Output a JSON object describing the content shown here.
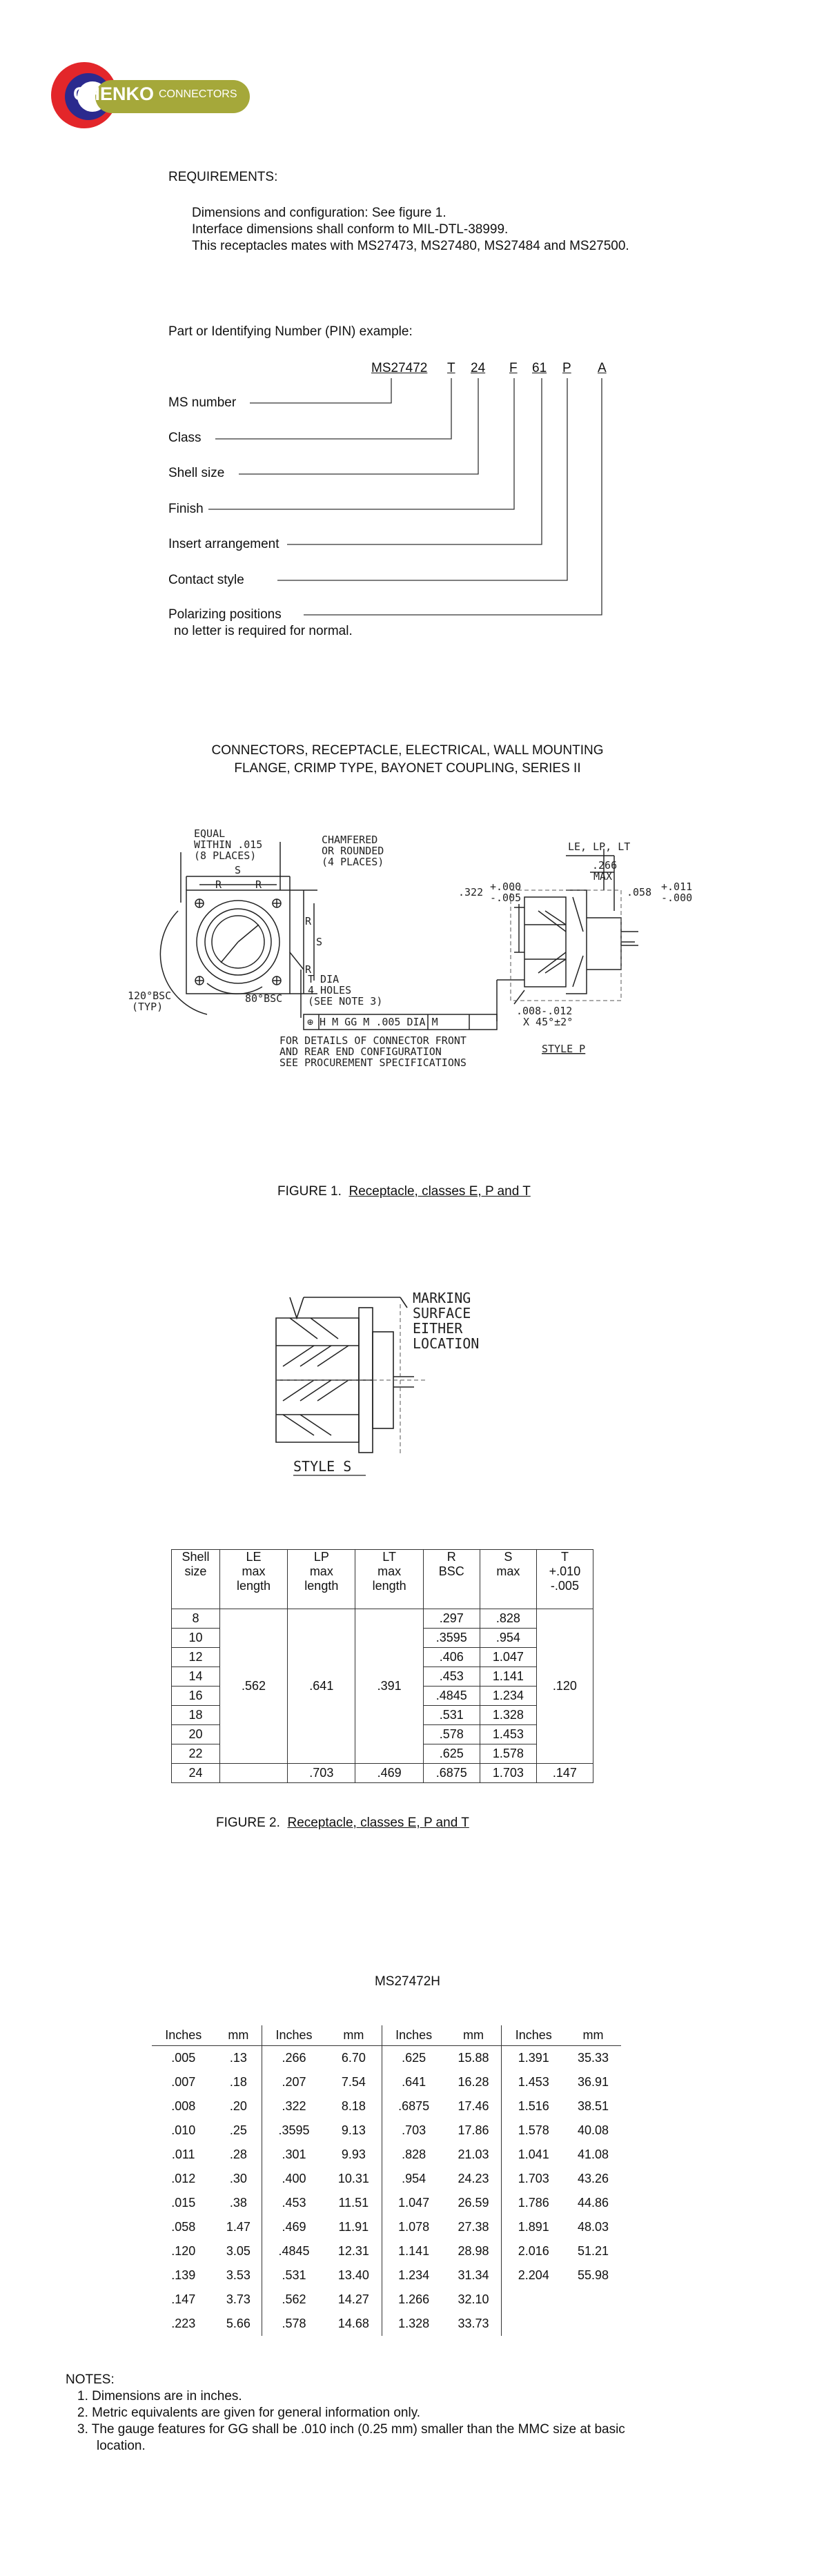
{
  "logo": {
    "brand": "CHENKO",
    "suffix": "CONNECTORS"
  },
  "requirements": {
    "heading": "REQUIREMENTS:",
    "lines": [
      "Dimensions and configuration:  See figure 1.",
      "Interface dimensions shall conform to MIL-DTL-38999.",
      "This receptacles mates with MS27473, MS27480, MS27484 and MS27500."
    ]
  },
  "pin": {
    "heading": "Part or Identifying Number (PIN) example:",
    "codes": [
      "MS27472",
      "T",
      "24",
      "F",
      "61",
      "P",
      "A"
    ],
    "labels": [
      "MS number",
      "Class",
      "Shell size",
      "Finish",
      "Insert arrangement",
      "Contact style",
      "Polarizing positions"
    ],
    "note": "no letter is required for normal."
  },
  "connector_title": [
    "CONNECTORS, RECEPTACLE, ELECTRICAL, WALL MOUNTING",
    "FLANGE, CRIMP TYPE, BAYONET COUPLING, SERIES II"
  ],
  "figure1": {
    "caption_prefix": "FIGURE 1.",
    "caption_text": "Receptacle, classes E, P and T",
    "labels": {
      "equal": "EQUAL",
      "within": "WITHIN .015",
      "places8": "(8 PLACES)",
      "chamfered": "CHAMFERED",
      "or_rounded": "OR ROUNDED",
      "places4": "(4 PLACES)",
      "s": "S",
      "r": "R",
      "bsc120": "120°BSC",
      "typ": "(TYP)",
      "bsc80": "80°BSC",
      "tdia": "T DIA",
      "holes4": "4 HOLES",
      "note3": "(SEE NOTE 3)",
      "fcf": "⊕ H M GG M .005 DIA M",
      "details1": "FOR DETAILS OF CONNECTOR FRONT",
      "details2": "AND REAR END CONFIGURATION",
      "details3": "SEE PROCUREMENT SPECIFICATIONS",
      "lelplt": "LE, LP, LT",
      "d266": ".266",
      "max": "MAX",
      "d322": ".322",
      "p000": "+.000",
      "m005": "-.005",
      "d058": ".058",
      "p011": "+.011",
      "m000": "-.000",
      "chamf": ".008-.012",
      "angle": "X 45°±2°",
      "style_p": "STYLE P"
    }
  },
  "style_s": {
    "marking": [
      "MARKING",
      "SURFACE",
      "EITHER",
      "LOCATION"
    ],
    "label": "STYLE S"
  },
  "figure2": {
    "caption_prefix": "FIGURE 2.",
    "caption_text": "Receptacle, classes E, P and T",
    "headers": [
      [
        "Shell",
        "size"
      ],
      [
        "LE",
        "max",
        "length"
      ],
      [
        "LP",
        "max",
        "length"
      ],
      [
        "LT",
        "max",
        "length"
      ],
      [
        "R",
        "BSC"
      ],
      [
        "S",
        "max"
      ],
      [
        "T",
        "+.010",
        "-.005"
      ]
    ],
    "shell_sizes": [
      "8",
      "10",
      "12",
      "14",
      "16",
      "18",
      "20",
      "22",
      "24"
    ],
    "le_common": ".562",
    "lp_common": ".641",
    "lt_common": ".391",
    "r": [
      ".297",
      ".3595",
      ".406",
      ".453",
      ".4845",
      ".531",
      ".578",
      ".625",
      ".6875"
    ],
    "s": [
      ".828",
      ".954",
      "1.047",
      "1.141",
      "1.234",
      "1.328",
      "1.453",
      "1.578",
      "1.703"
    ],
    "t_common": ".120",
    "row24": {
      "lp": ".703",
      "lt": ".469",
      "t": ".147"
    }
  },
  "conversion": {
    "title": "MS27472H",
    "head_inches": "Inches",
    "head_mm": "mm",
    "columns": [
      [
        [
          ".005",
          ".13"
        ],
        [
          ".007",
          ".18"
        ],
        [
          ".008",
          ".20"
        ],
        [
          ".010",
          ".25"
        ],
        [
          ".011",
          ".28"
        ],
        [
          ".012",
          ".30"
        ],
        [
          ".015",
          ".38"
        ],
        [
          ".058",
          "1.47"
        ],
        [
          ".120",
          "3.05"
        ],
        [
          ".139",
          "3.53"
        ],
        [
          ".147",
          "3.73"
        ],
        [
          ".223",
          "5.66"
        ]
      ],
      [
        [
          ".266",
          "6.70"
        ],
        [
          ".207",
          "7.54"
        ],
        [
          ".322",
          "8.18"
        ],
        [
          ".3595",
          "9.13"
        ],
        [
          ".301",
          "9.93"
        ],
        [
          ".400",
          "10.31"
        ],
        [
          ".453",
          "11.51"
        ],
        [
          ".469",
          "11.91"
        ],
        [
          ".4845",
          "12.31"
        ],
        [
          ".531",
          "13.40"
        ],
        [
          ".562",
          "14.27"
        ],
        [
          ".578",
          "14.68"
        ]
      ],
      [
        [
          ".625",
          "15.88"
        ],
        [
          ".641",
          "16.28"
        ],
        [
          ".6875",
          "17.46"
        ],
        [
          ".703",
          "17.86"
        ],
        [
          ".828",
          "21.03"
        ],
        [
          ".954",
          "24.23"
        ],
        [
          "1.047",
          "26.59"
        ],
        [
          "1.078",
          "27.38"
        ],
        [
          "1.141",
          "28.98"
        ],
        [
          "1.234",
          "31.34"
        ],
        [
          "1.266",
          "32.10"
        ],
        [
          "1.328",
          "33.73"
        ]
      ],
      [
        [
          "1.391",
          "35.33"
        ],
        [
          "1.453",
          "36.91"
        ],
        [
          "1.516",
          "38.51"
        ],
        [
          "1.578",
          "40.08"
        ],
        [
          "1.041",
          "41.08"
        ],
        [
          "1.703",
          "43.26"
        ],
        [
          "1.786",
          "44.86"
        ],
        [
          "1.891",
          "48.03"
        ],
        [
          "2.016",
          "51.21"
        ],
        [
          "2.204",
          "55.98"
        ],
        [
          "",
          ""
        ],
        [
          "",
          ""
        ]
      ]
    ]
  },
  "notes": {
    "heading": "NOTES:",
    "items": [
      "1.  Dimensions are in inches.",
      "2.  Metric equivalents are given for general information only.",
      "3.  The gauge features for GG shall be .010 inch (0.25 mm) smaller than the MMC size at basic",
      "location."
    ]
  }
}
